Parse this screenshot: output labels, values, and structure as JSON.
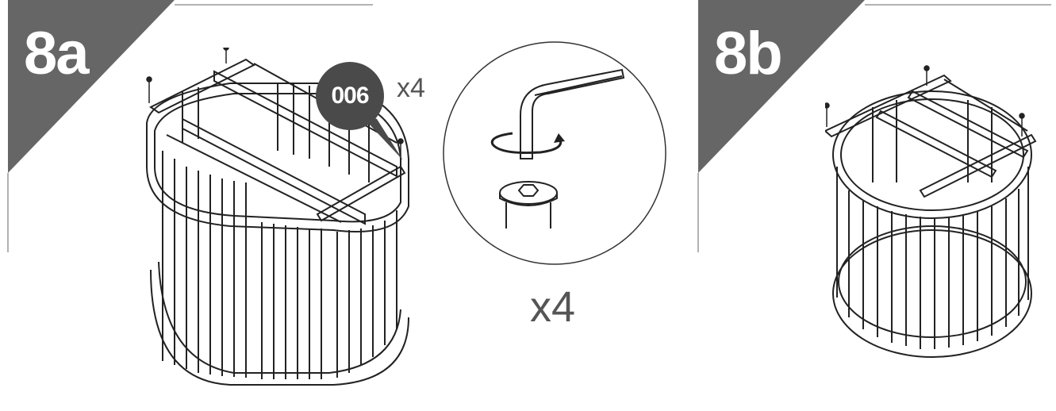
{
  "steps": {
    "step_a": {
      "label": "8a"
    },
    "step_b": {
      "label": "8b"
    }
  },
  "part": {
    "code": "006",
    "quantity": "x4"
  },
  "tool": {
    "quantity": "x4",
    "icon": "hex-key-icon"
  },
  "colors": {
    "tab": "#666666",
    "badge": "#4a4a4a",
    "line": "#222222"
  }
}
